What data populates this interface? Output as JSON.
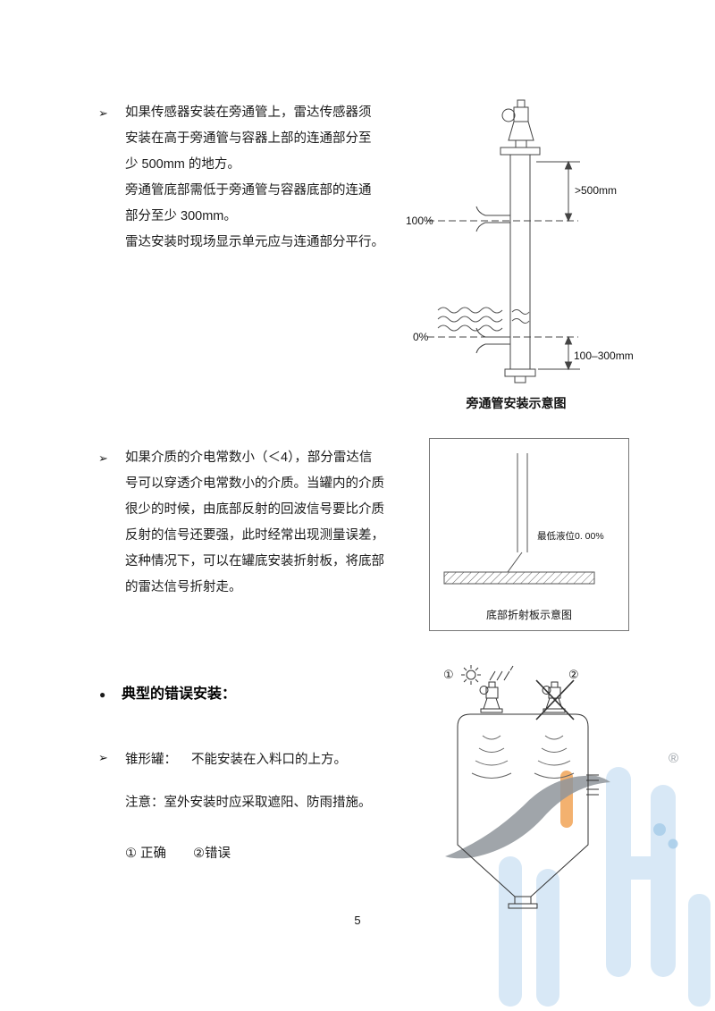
{
  "page": {
    "number": "5"
  },
  "section1": {
    "bullet": "➢",
    "lines": [
      "如果传感器安装在旁通管上，雷达传感器须",
      "安装在高于旁通管与容器上部的连通部分至",
      "少 500mm 的地方。",
      "旁通管底部需低于旁通管与容器底部的连通",
      "部分至少 300mm。",
      "雷达安装时现场显示单元应与连通部分平行。"
    ]
  },
  "diagram1": {
    "label_100": "100%",
    "label_0": "0%",
    "dim_top": ">500mm",
    "dim_bottom": "100–300mm",
    "caption": "旁通管安装示意图"
  },
  "section2": {
    "bullet": "➢",
    "lines": [
      "如果介质的介电常数小（＜4），部分雷达信",
      "号可以穿透介电常数小的介质。当罐内的介质",
      "很少的时候，由底部反射的回波信号要比介质",
      "反射的信号还要强，此时经常出现测量误差，",
      "这种情况下，可以在罐底安装折射板，将底部",
      "的雷达信号折射走。"
    ]
  },
  "diagram2": {
    "label_level": "最低液位0. 00%",
    "caption": "底部折射板示意图"
  },
  "section3": {
    "bullet": "●",
    "heading": "典型的错误安装：",
    "item_bullet": "➢",
    "item_label": "锥形罐：",
    "item_text": "不能安装在入料口的上方。",
    "note": "注意：室外安装时应采取遮阳、防雨措施。",
    "legend_correct": "① 正确",
    "legend_wrong": "②错误"
  },
  "diagram3": {
    "num_correct": "①",
    "num_wrong": "②"
  },
  "watermark": {
    "registered": "®"
  }
}
